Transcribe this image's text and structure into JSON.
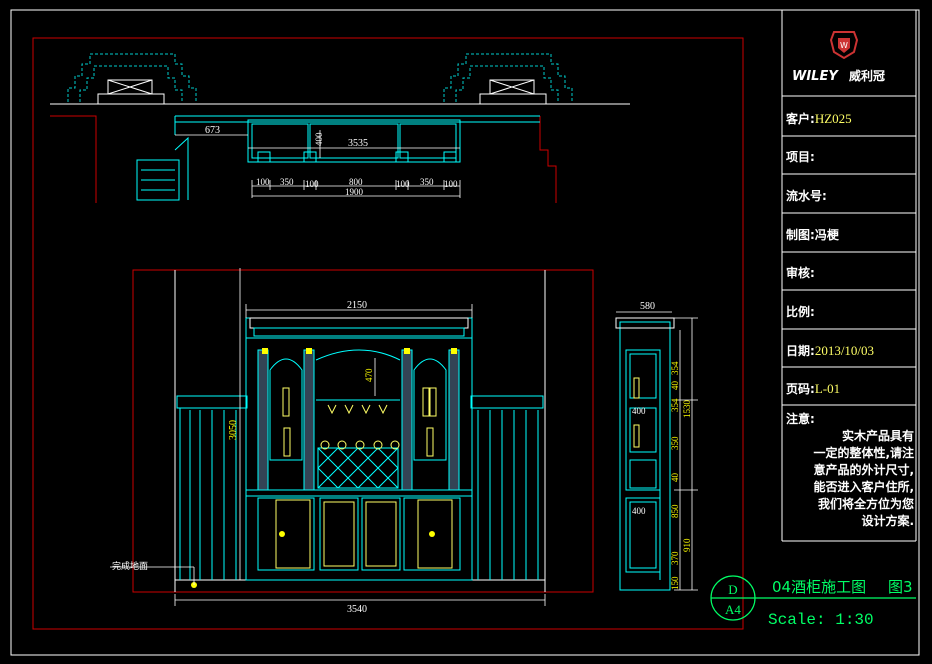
{
  "title_block": {
    "brand": "WILEY",
    "brand_cn": "威利冠",
    "client": {
      "label": "客户:",
      "value": "HZ025"
    },
    "project": {
      "label": "项目:",
      "value": ""
    },
    "serial": {
      "label": "流水号:",
      "value": ""
    },
    "drawn_by": {
      "label": "制图:",
      "value": "冯梗"
    },
    "reviewed_by": {
      "label": "审核:",
      "value": ""
    },
    "scale_ratio": {
      "label": "比例:",
      "value": ""
    },
    "date": {
      "label": "日期:",
      "value": "2013/10/03"
    },
    "page": {
      "label": "页码:",
      "value": "L-01"
    },
    "notes": {
      "label": "注意:",
      "lines": [
        "实木产品具有",
        "一定的整体性,请注",
        "意产品的外计尺寸,",
        "能否进入客户住所,",
        "我们将全方位为您",
        "设计方案."
      ]
    }
  },
  "drawing_title": {
    "view_letter": "D",
    "sheet_size": "A4",
    "title": "04酒柜施工图",
    "figure": "图3",
    "scale": "Scale: 1:30"
  },
  "plan_dims": {
    "left_depth": "673",
    "overall": "3535",
    "side_h": "400",
    "seg1": "100",
    "seg2": "350",
    "seg3": "100",
    "seg4": "800",
    "seg5": "100",
    "seg6": "350",
    "seg7": "100",
    "total": "1900"
  },
  "elevation_dims": {
    "cabinet_width": "2150",
    "height": "3050",
    "arch_h": "470",
    "wall_width": "3540",
    "floor_label": "完成地面"
  },
  "side_dims": {
    "depth": "580",
    "d1": "354",
    "d2": "40",
    "d3": "354",
    "d4": "350",
    "d5": "40",
    "d6": "850",
    "d7": "370",
    "d8": "150",
    "total": "1530",
    "total2": "910",
    "w1": "400",
    "w2": "400"
  },
  "colors": {
    "linework": "#00ffff",
    "frame": "#ff0000",
    "dims": "#ffffff",
    "text": "#ffff00",
    "title": "#00ff00"
  }
}
